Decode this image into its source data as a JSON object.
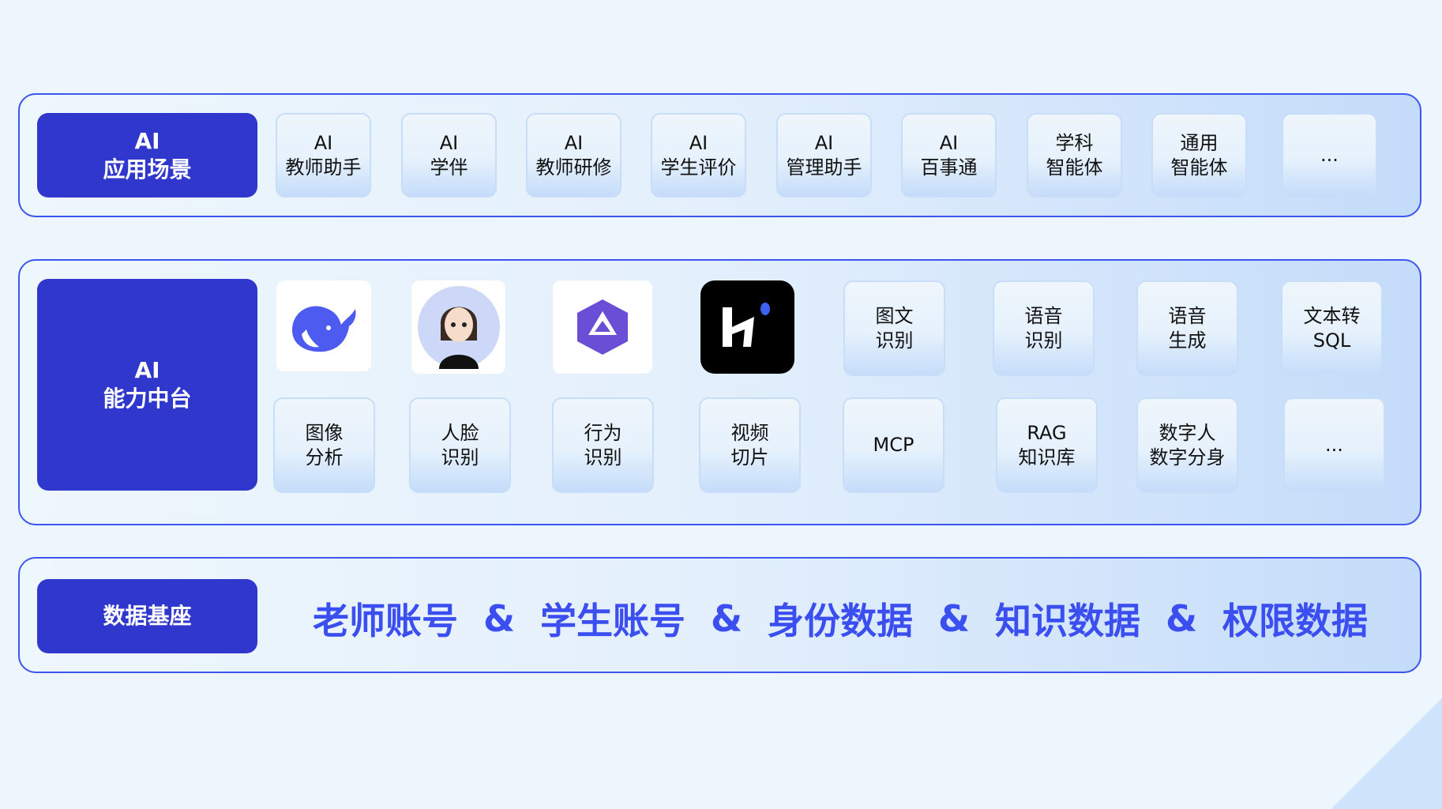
{
  "layers": [
    {
      "label": [
        "AI",
        "应用场景"
      ],
      "items": [
        [
          "AI",
          "教师助手"
        ],
        [
          "AI",
          "学伴"
        ],
        [
          "AI",
          "教师研修"
        ],
        [
          "AI",
          "学生评价"
        ],
        [
          "AI",
          "管理助手"
        ],
        [
          "AI",
          "百事通"
        ],
        [
          "学科",
          "智能体"
        ],
        [
          "通用",
          "智能体"
        ],
        [
          "..."
        ]
      ]
    },
    {
      "label": [
        "AI",
        "能力中台"
      ],
      "logos": [
        "deepseek-logo",
        "digital-human-avatar",
        "qwen-logo",
        "kling-logo"
      ],
      "row_a": [
        [
          "图文",
          "识别"
        ],
        [
          "语音",
          "识别"
        ],
        [
          "语音",
          "生成"
        ],
        [
          "文本转",
          "SQL"
        ]
      ],
      "row_b": [
        [
          "图像",
          "分析"
        ],
        [
          "人脸",
          "识别"
        ],
        [
          "行为",
          "识别"
        ],
        [
          "视频",
          "切片"
        ],
        [
          "MCP"
        ],
        [
          "RAG",
          "知识库"
        ],
        [
          "数字人",
          "数字分身"
        ],
        [
          "..."
        ]
      ]
    },
    {
      "label": [
        "数据基座"
      ],
      "items": [
        "老师账号",
        "&",
        "学生账号",
        "&",
        "身份数据",
        "&",
        "知识数据",
        "&",
        "权限数据"
      ]
    }
  ],
  "colors": {
    "label_bg": "#3037cc",
    "border": "#3d55f0",
    "data_text": "#3b4ef0"
  }
}
